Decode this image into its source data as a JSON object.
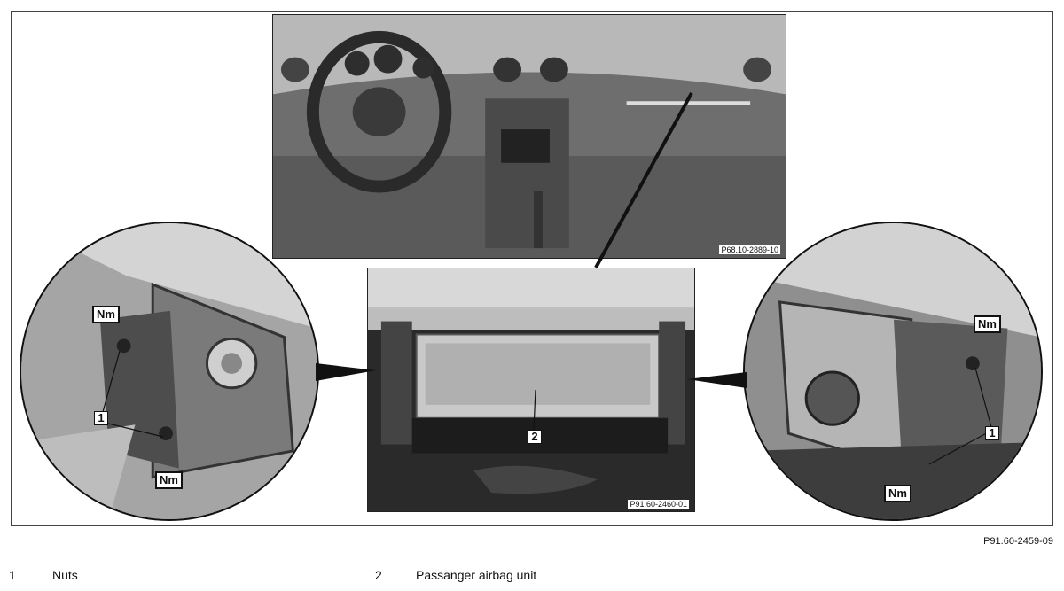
{
  "figure": {
    "dashboard_ref": "P68.10-2889-10",
    "airbag_ref": "P91.60-2460-01",
    "figure_id": "P91.60-2459-09"
  },
  "labels": {
    "nm": "Nm",
    "nut_number": "1",
    "airbag_number": "2"
  },
  "legend": [
    {
      "number": "1",
      "text": "Nuts"
    },
    {
      "number": "2",
      "text": "Passanger airbag unit"
    }
  ]
}
